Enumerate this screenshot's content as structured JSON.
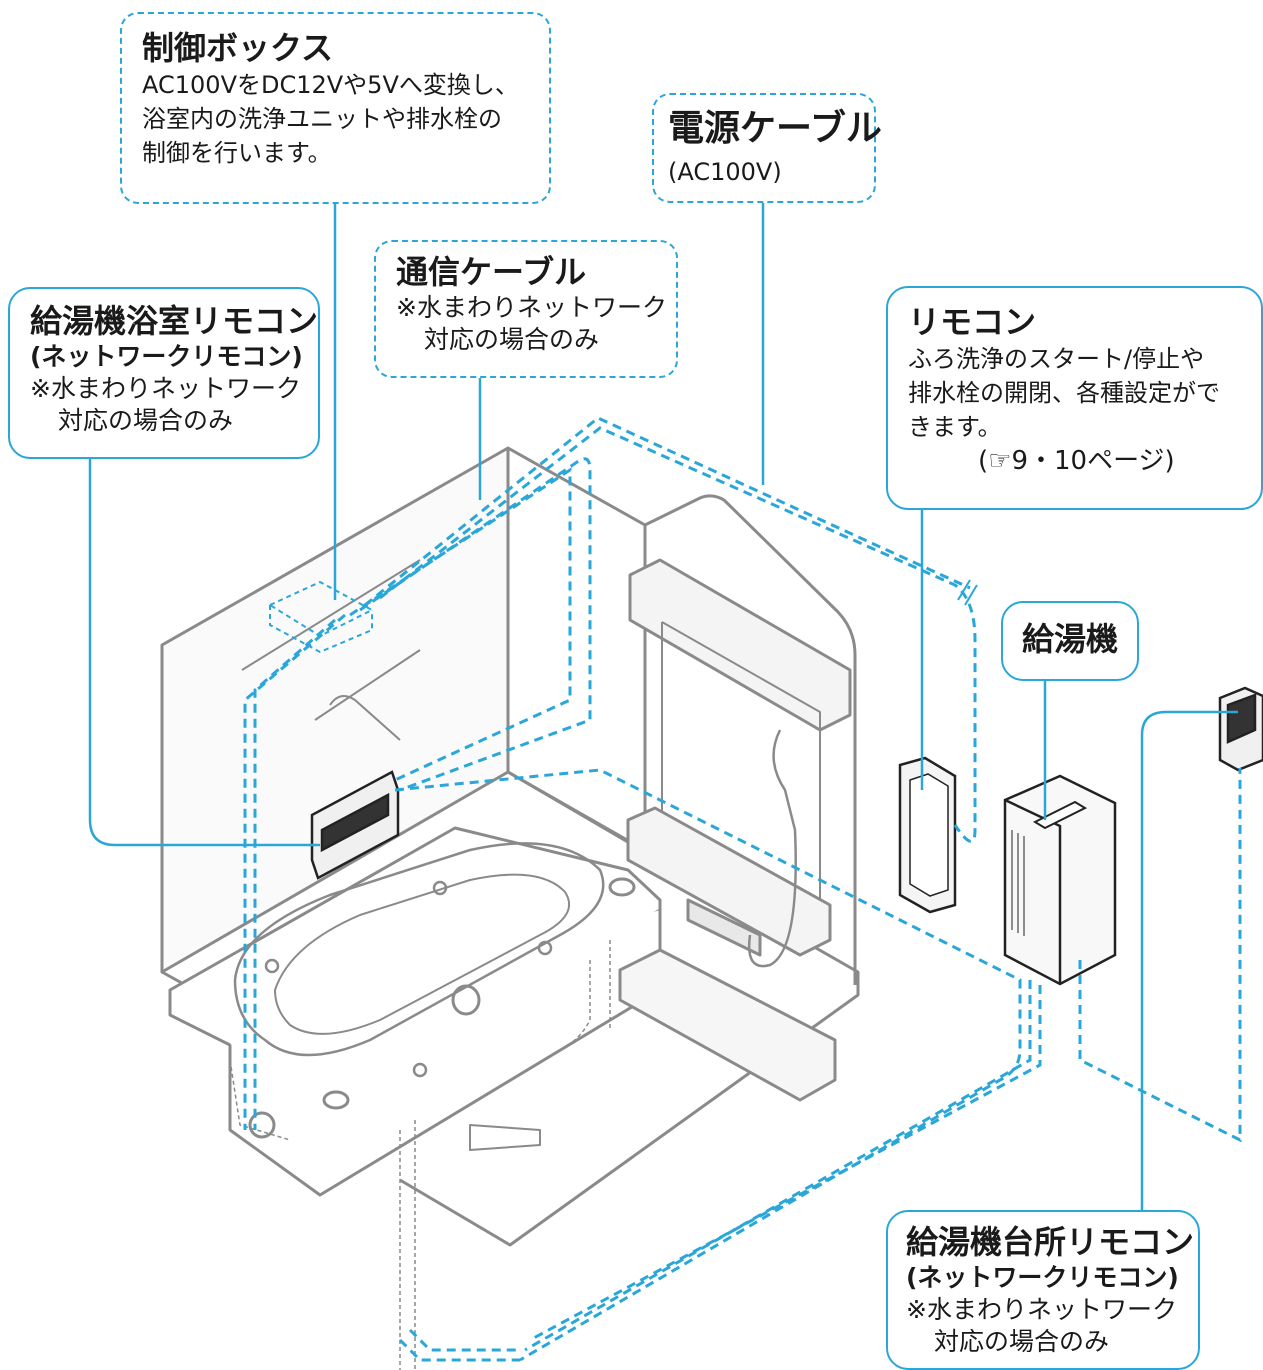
{
  "callouts": {
    "control_box": {
      "title": "制御ボックス",
      "lines": [
        "AC100VをDC12Vや5Vへ変換し、",
        "浴室内の洗浄ユニットや排水栓の",
        "制御を行います。"
      ]
    },
    "power_cable": {
      "title": "電源ケーブル",
      "sub": "(AC100V)"
    },
    "comm_cable": {
      "title": "通信ケーブル",
      "note1": "※水まわりネットワーク",
      "note2": "対応の場合のみ"
    },
    "bath_remote": {
      "title": "給湯機浴室リモコン",
      "sub": "(ネットワークリモコン)",
      "note1": "※水まわりネットワーク",
      "note2": "対応の場合のみ"
    },
    "remote": {
      "title": "リモコン",
      "lines": [
        "ふろ洗浄のスタート/停止や",
        "排水栓の開閉、各種設定がで",
        "きます。"
      ],
      "ref": "(☞9・10ページ)"
    },
    "water_heater": {
      "title": "給湯機"
    },
    "kitchen_remote": {
      "title": "給湯機台所リモコン",
      "sub": "(ネットワークリモコン)",
      "note1": "※水まわりネットワーク",
      "note2": "対応の場合のみ"
    }
  },
  "colors": {
    "accent": "#2aa7d8",
    "line_art": "#8a8a8a"
  }
}
